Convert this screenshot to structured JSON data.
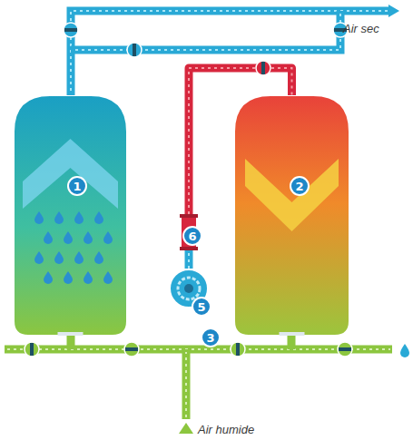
{
  "diagram": {
    "nodes": [
      {
        "text": [
          "1"
        ]
      },
      {
        "text": [
          "2"
        ]
      },
      {
        "text": [
          "5"
        ]
      },
      {
        "text": [
          "6"
        ]
      }
    ],
    "edges": [
      {
        "from": 2,
        "to": 3,
        "arrow": "none"
      },
      {
        "from": 3,
        "to": 1,
        "arrow": "none"
      }
    ],
    "labels": [
      "Air sec",
      "3",
      "Air humide"
    ]
  }
}
